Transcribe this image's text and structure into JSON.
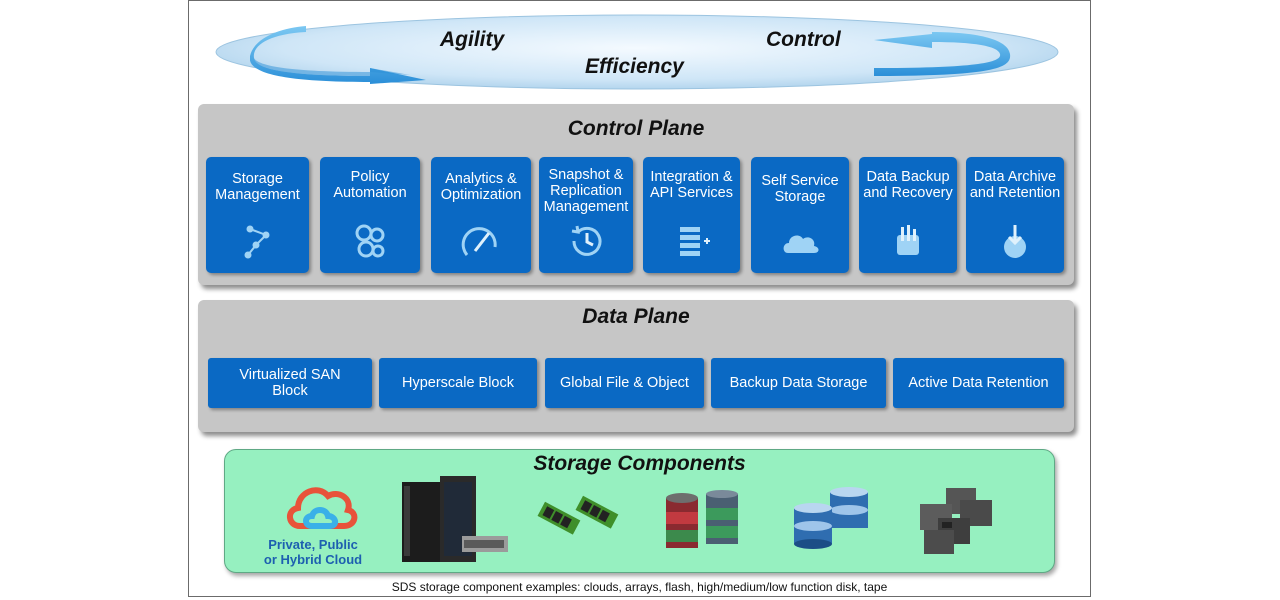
{
  "banner": {
    "left_label": "Agility",
    "right_label": "Control",
    "center_label": "Efficiency"
  },
  "control_plane": {
    "title": "Control Plane",
    "items": [
      {
        "label": "Storage\nManagement",
        "icon": "workflow-icon"
      },
      {
        "label": "Policy\nAutomation",
        "icon": "gears-icon"
      },
      {
        "label": "Analytics &\nOptimization",
        "icon": "gauge-icon"
      },
      {
        "label": "Snapshot &\nReplication\nManagement",
        "icon": "clock-history-icon"
      },
      {
        "label": "Integration &\nAPI Services",
        "icon": "api-list-icon"
      },
      {
        "label": "Self Service\nStorage",
        "icon": "cloud-icon"
      },
      {
        "label": "Data Backup\nand Recovery",
        "icon": "backup-icon"
      },
      {
        "label": "Data Archive\nand Retention",
        "icon": "archive-icon"
      }
    ]
  },
  "data_plane": {
    "title": "Data Plane",
    "items": [
      "Virtualized SAN\nBlock",
      "Hyperscale Block",
      "Global File & Object",
      "Backup Data Storage",
      "Active Data Retention"
    ]
  },
  "storage_components": {
    "title": "Storage Components",
    "cloud_label": "Private, Public\nor Hybrid Cloud",
    "icons": [
      "hybrid-cloud-icon",
      "server-array-icon",
      "flash-memory-icon",
      "multi-tier-disk-icon",
      "disk-stack-icon",
      "tape-drive-icon"
    ]
  },
  "caption": "SDS storage component examples: clouds, arrays, flash, high/medium/low  function disk, tape",
  "colors": {
    "plane_blue": "#0a69c4",
    "plane_gray": "#c6c6c6",
    "storage_green": "#96f0c0",
    "ring_blue": "#cfe6f7",
    "arrow_blue": "#42a6e6"
  }
}
